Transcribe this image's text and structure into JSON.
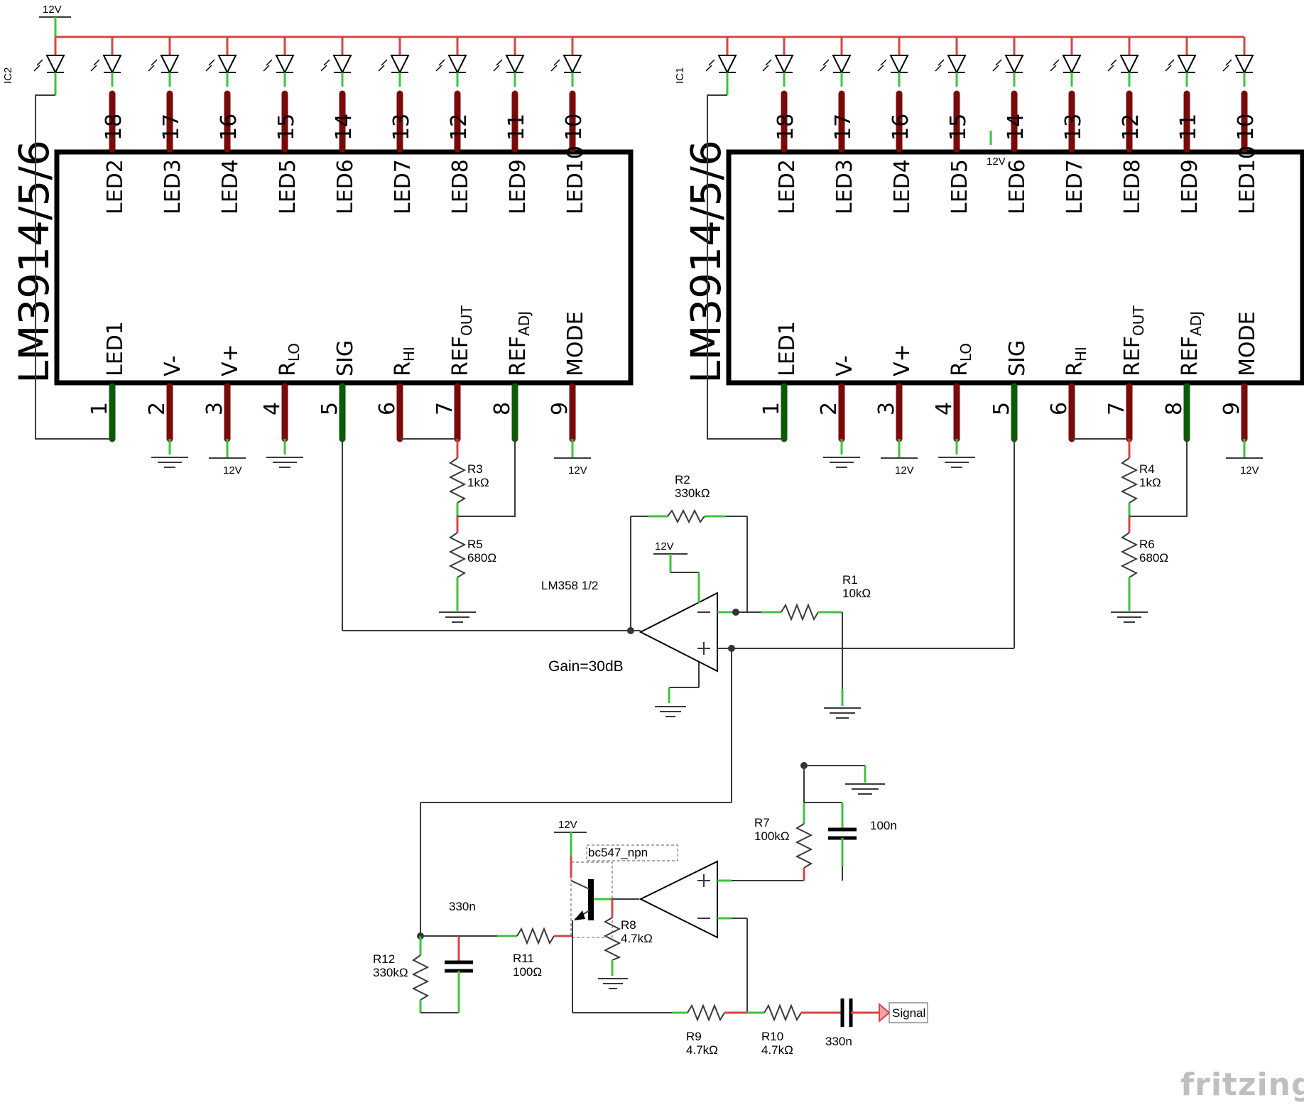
{
  "chips": [
    {
      "name": "LM3914/5/6",
      "ic_label": "IC2",
      "top_pins": [
        {
          "num": "18",
          "label": "LED2"
        },
        {
          "num": "17",
          "label": "LED3"
        },
        {
          "num": "16",
          "label": "LED4"
        },
        {
          "num": "15",
          "label": "LED5"
        },
        {
          "num": "14",
          "label": "LED6"
        },
        {
          "num": "13",
          "label": "LED7"
        },
        {
          "num": "12",
          "label": "LED8"
        },
        {
          "num": "11",
          "label": "LED9"
        },
        {
          "num": "10",
          "label": "LED10"
        }
      ],
      "bottom_pins": [
        {
          "num": "1",
          "label": "LED1",
          "sub": ""
        },
        {
          "num": "2",
          "label": "V-",
          "sub": ""
        },
        {
          "num": "3",
          "label": "V+",
          "sub": ""
        },
        {
          "num": "4",
          "label": "R",
          "sub": "LO"
        },
        {
          "num": "5",
          "label": "SIG",
          "sub": ""
        },
        {
          "num": "6",
          "label": "R",
          "sub": "HI"
        },
        {
          "num": "7",
          "label": "REF",
          "sub": "OUT"
        },
        {
          "num": "8",
          "label": "REF",
          "sub": "ADJ"
        },
        {
          "num": "9",
          "label": "MODE",
          "sub": ""
        }
      ],
      "pin3_supply": "12V",
      "pin9_supply": "12V",
      "r_top": {
        "name": "R3",
        "value": "1kΩ"
      },
      "r_bot": {
        "name": "R5",
        "value": "680Ω"
      }
    },
    {
      "name": "LM3914/5/6",
      "ic_label": "IC1",
      "top_pins": [
        {
          "num": "18",
          "label": "LED2"
        },
        {
          "num": "17",
          "label": "LED3"
        },
        {
          "num": "16",
          "label": "LED4"
        },
        {
          "num": "15",
          "label": "LED5"
        },
        {
          "num": "14",
          "label": "LED6"
        },
        {
          "num": "13",
          "label": "LED7"
        },
        {
          "num": "12",
          "label": "LED8"
        },
        {
          "num": "11",
          "label": "LED9"
        },
        {
          "num": "10",
          "label": "LED10"
        }
      ],
      "bottom_pins": [
        {
          "num": "1",
          "label": "LED1",
          "sub": ""
        },
        {
          "num": "2",
          "label": "V-",
          "sub": ""
        },
        {
          "num": "3",
          "label": "V+",
          "sub": ""
        },
        {
          "num": "4",
          "label": "R",
          "sub": "LO"
        },
        {
          "num": "5",
          "label": "SIG",
          "sub": ""
        },
        {
          "num": "6",
          "label": "R",
          "sub": "HI"
        },
        {
          "num": "7",
          "label": "REF",
          "sub": "OUT"
        },
        {
          "num": "8",
          "label": "REF",
          "sub": "ADJ"
        },
        {
          "num": "9",
          "label": "MODE",
          "sub": ""
        }
      ],
      "pin3_supply": "12V",
      "pin9_supply": "12V",
      "stray_supply": "12V",
      "r_top": {
        "name": "R4",
        "value": "1kΩ"
      },
      "r_bot": {
        "name": "R6",
        "value": "680Ω"
      }
    }
  ],
  "supply_top": "12V",
  "opamp1": {
    "name": "LM358 1/2",
    "gain": "Gain=30dB",
    "supply": "12V",
    "r_feedback": {
      "name": "R2",
      "value": "330kΩ"
    },
    "r_input": {
      "name": "R1",
      "value": "10kΩ"
    }
  },
  "stage2": {
    "transistor": "bc547_npn",
    "supply": "12V",
    "R7": {
      "name": "R7",
      "value": "100kΩ"
    },
    "C_top": {
      "value": "100n"
    },
    "R8": {
      "name": "R8",
      "value": "4.7kΩ"
    },
    "C_mid": {
      "value": "330n"
    },
    "R11": {
      "name": "R11",
      "value": "100Ω"
    },
    "R12": {
      "name": "R12",
      "value": "330kΩ"
    },
    "R9": {
      "name": "R9",
      "value": "4.7kΩ"
    },
    "R10": {
      "name": "R10",
      "value": "4.7kΩ"
    },
    "C_in": {
      "value": "330n"
    },
    "signal": "Signal"
  },
  "watermark": "fritzing"
}
